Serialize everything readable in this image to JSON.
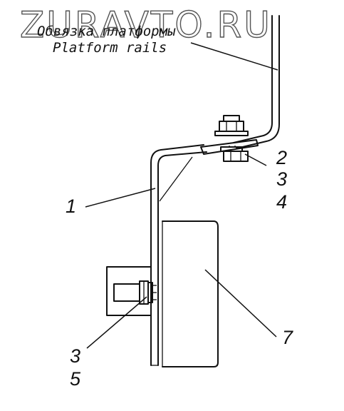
{
  "watermark": "ZURAVTO.RU",
  "title": {
    "ru": "Обвязка платформы",
    "en": "Platform rails"
  },
  "callouts": {
    "c1": "1",
    "c2": "2",
    "c3_top": "3",
    "c4": "4",
    "c3_bottom": "3",
    "c5": "5",
    "c7": "7"
  },
  "colors": {
    "line": "#111111",
    "watermark": "#555555",
    "background": "#ffffff"
  }
}
